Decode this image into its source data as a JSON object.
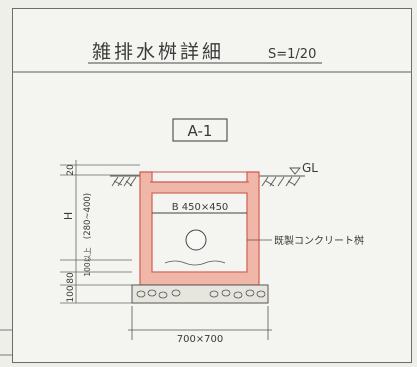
{
  "title": {
    "text": "雑排水桝詳細",
    "scale": "S=1/20"
  },
  "section_label": "A-1",
  "surface_label": "GL",
  "dimensions": {
    "top_slab": "20",
    "height_symbol": "H",
    "height_range": "(280~400)",
    "min_depth": "100以上",
    "base_concrete": "80",
    "gravel": "100",
    "inner_size": "B 450×450",
    "outer_size": "700×700"
  },
  "material_label": "既製コンクリート桝",
  "colors": {
    "concrete": "#f0b6a8",
    "concrete_stroke": "#d2685a",
    "line": "#3a3a3a"
  }
}
